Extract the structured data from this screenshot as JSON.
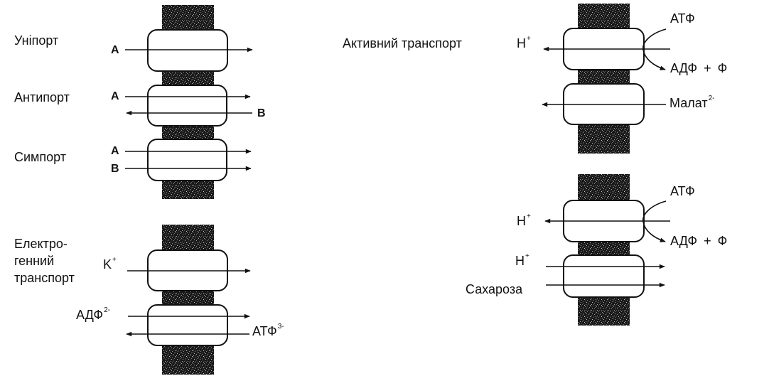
{
  "title": "Membrane transport types",
  "panels": {
    "uniport": {
      "label": "Уніпорт",
      "arrows": [
        {
          "species": "A",
          "direction": "right"
        }
      ]
    },
    "antiport": {
      "label": "Антипорт",
      "arrows": [
        {
          "species": "A",
          "direction": "right"
        },
        {
          "species": "B",
          "direction": "left"
        }
      ]
    },
    "symport": {
      "label": "Симпорт",
      "arrows": [
        {
          "species": "A",
          "direction": "right"
        },
        {
          "species": "B",
          "direction": "right"
        }
      ]
    },
    "electrogenic": {
      "label_line1": "Електро-",
      "label_line2": "генний",
      "label_line3": "транспорт",
      "arrows": [
        {
          "species": "K",
          "charge": "+",
          "direction": "right"
        },
        {
          "species": "АДФ",
          "charge": "2-",
          "direction": "right"
        },
        {
          "species": "АТФ",
          "charge": "3-",
          "direction": "left"
        }
      ]
    },
    "active1": {
      "label": "Активний транспорт",
      "arrows": [
        {
          "species": "H",
          "charge": "+",
          "direction": "left"
        },
        {
          "species": "Малат",
          "charge": "2-",
          "direction": "left"
        }
      ],
      "energy_in": "АТФ",
      "energy_out": "АДФ + Ф"
    },
    "active2": {
      "arrows": [
        {
          "species": "H",
          "charge": "+",
          "direction": "left"
        },
        {
          "species": "H",
          "charge": "+",
          "direction": "right"
        },
        {
          "species": "Сахароза",
          "direction": "right"
        }
      ],
      "energy_in": "АТФ",
      "energy_out": "АДФ + Ф"
    }
  }
}
